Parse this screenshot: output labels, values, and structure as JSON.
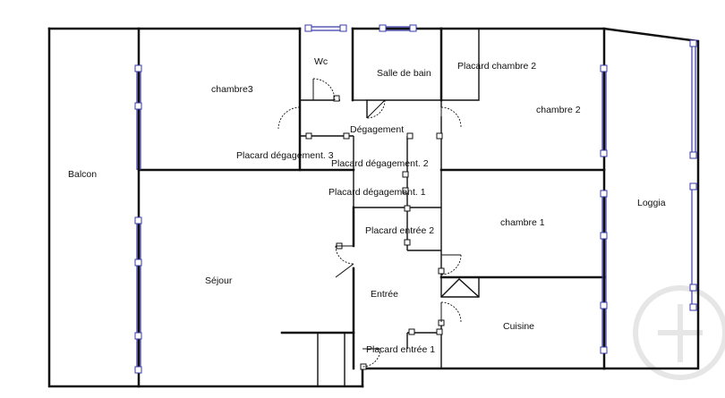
{
  "rooms": {
    "balcon": "Balcon",
    "chambre3": "chambre3",
    "wc": "Wc",
    "salle_de_bain": "Salle de bain",
    "placard_chambre_2": "Placard chambre 2",
    "chambre_2": "chambre 2",
    "degagement": "Dégagement",
    "placard_degagement_3": "Placard dégagement. 3",
    "placard_degagement_2": "Placard dégagement. 2",
    "placard_degagement_1": "Placard dégagement. 1",
    "loggia": "Loggia",
    "placard_entree_2": "Placard entrée 2",
    "chambre_1": "chambre 1",
    "sejour": "Séjour",
    "entree": "Entrée",
    "cuisine": "Cuisine",
    "placard_entree_1": "Placard entrée 1"
  },
  "colors": {
    "walls": "#111111",
    "windows": "#3a3aa8",
    "background": "#ffffff",
    "watermark": "#e6e6e6"
  }
}
